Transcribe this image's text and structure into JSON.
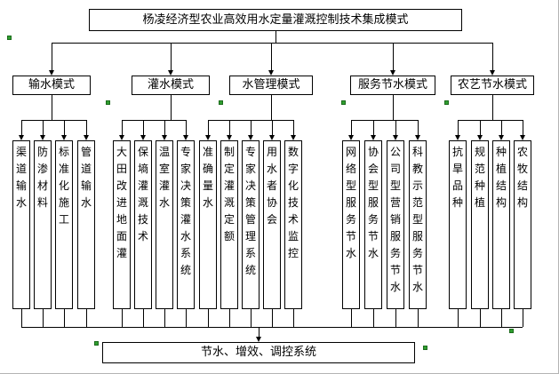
{
  "title": "杨凌经济型农业高效用水定量灌溉控制技术集成模式",
  "bottom_box": "节水、增效、调控系统",
  "groups": [
    {
      "label": "输水模式",
      "items": [
        "渠道输水",
        "防渗材料",
        "标准化施工",
        "管道输水"
      ]
    },
    {
      "label": "灌水模式",
      "items": [
        "大田改进地面灌",
        "保墒灌溉技术",
        "温室灌水",
        "专家决策灌水系统"
      ]
    },
    {
      "label": "水管理模式",
      "items": [
        "准确量水",
        "制定灌溉定额",
        "专家决策管理系统",
        "用水者协会",
        "数字化技术监控"
      ]
    },
    {
      "label": "服务节水模式",
      "items": [
        "网络型服务节水",
        "协会型服务节水",
        "公司型营销服务节水",
        "科教示范型服务节水"
      ]
    },
    {
      "label": "农艺节水模式",
      "items": [
        "抗旱品种",
        "规范种植",
        "种植结构",
        "农牧结构"
      ]
    }
  ],
  "icons": {
    "arrowhead": "triangle-down",
    "selection_handle": "small-green-square"
  },
  "colors": {
    "line": "#000000",
    "box_border": "#000000",
    "background": "#ffffff",
    "handle": "#2f9e2f",
    "page_edge": "#b4b4b4"
  }
}
